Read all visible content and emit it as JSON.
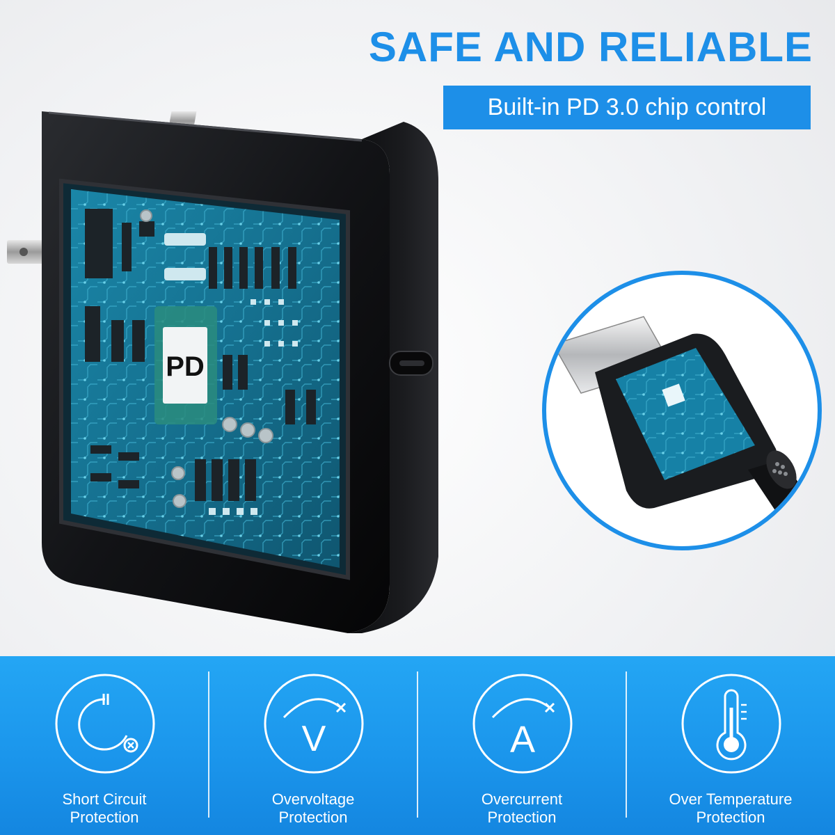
{
  "headline": "SAFE AND RELIABLE",
  "subbanner": "Built-in PD 3.0 chip control",
  "chip_label": "PD",
  "colors": {
    "brand_blue": "#1d8fe8",
    "band_blue": "#1b96ec",
    "pcb_teal": "#1b7e9c",
    "charger_black": "#141517"
  },
  "features": [
    {
      "icon": "short-circuit-icon",
      "line1": "Short Circuit",
      "line2": "Protection"
    },
    {
      "icon": "overvoltage-icon",
      "line1": "Overvoltage",
      "line2": "Protection"
    },
    {
      "icon": "overcurrent-icon",
      "line1": "Overcurrent",
      "line2": "Protection"
    },
    {
      "icon": "thermometer-icon",
      "line1": "Over Temperature",
      "line2": "Protection"
    }
  ],
  "icon_letters": {
    "voltage": "V",
    "current": "A"
  }
}
